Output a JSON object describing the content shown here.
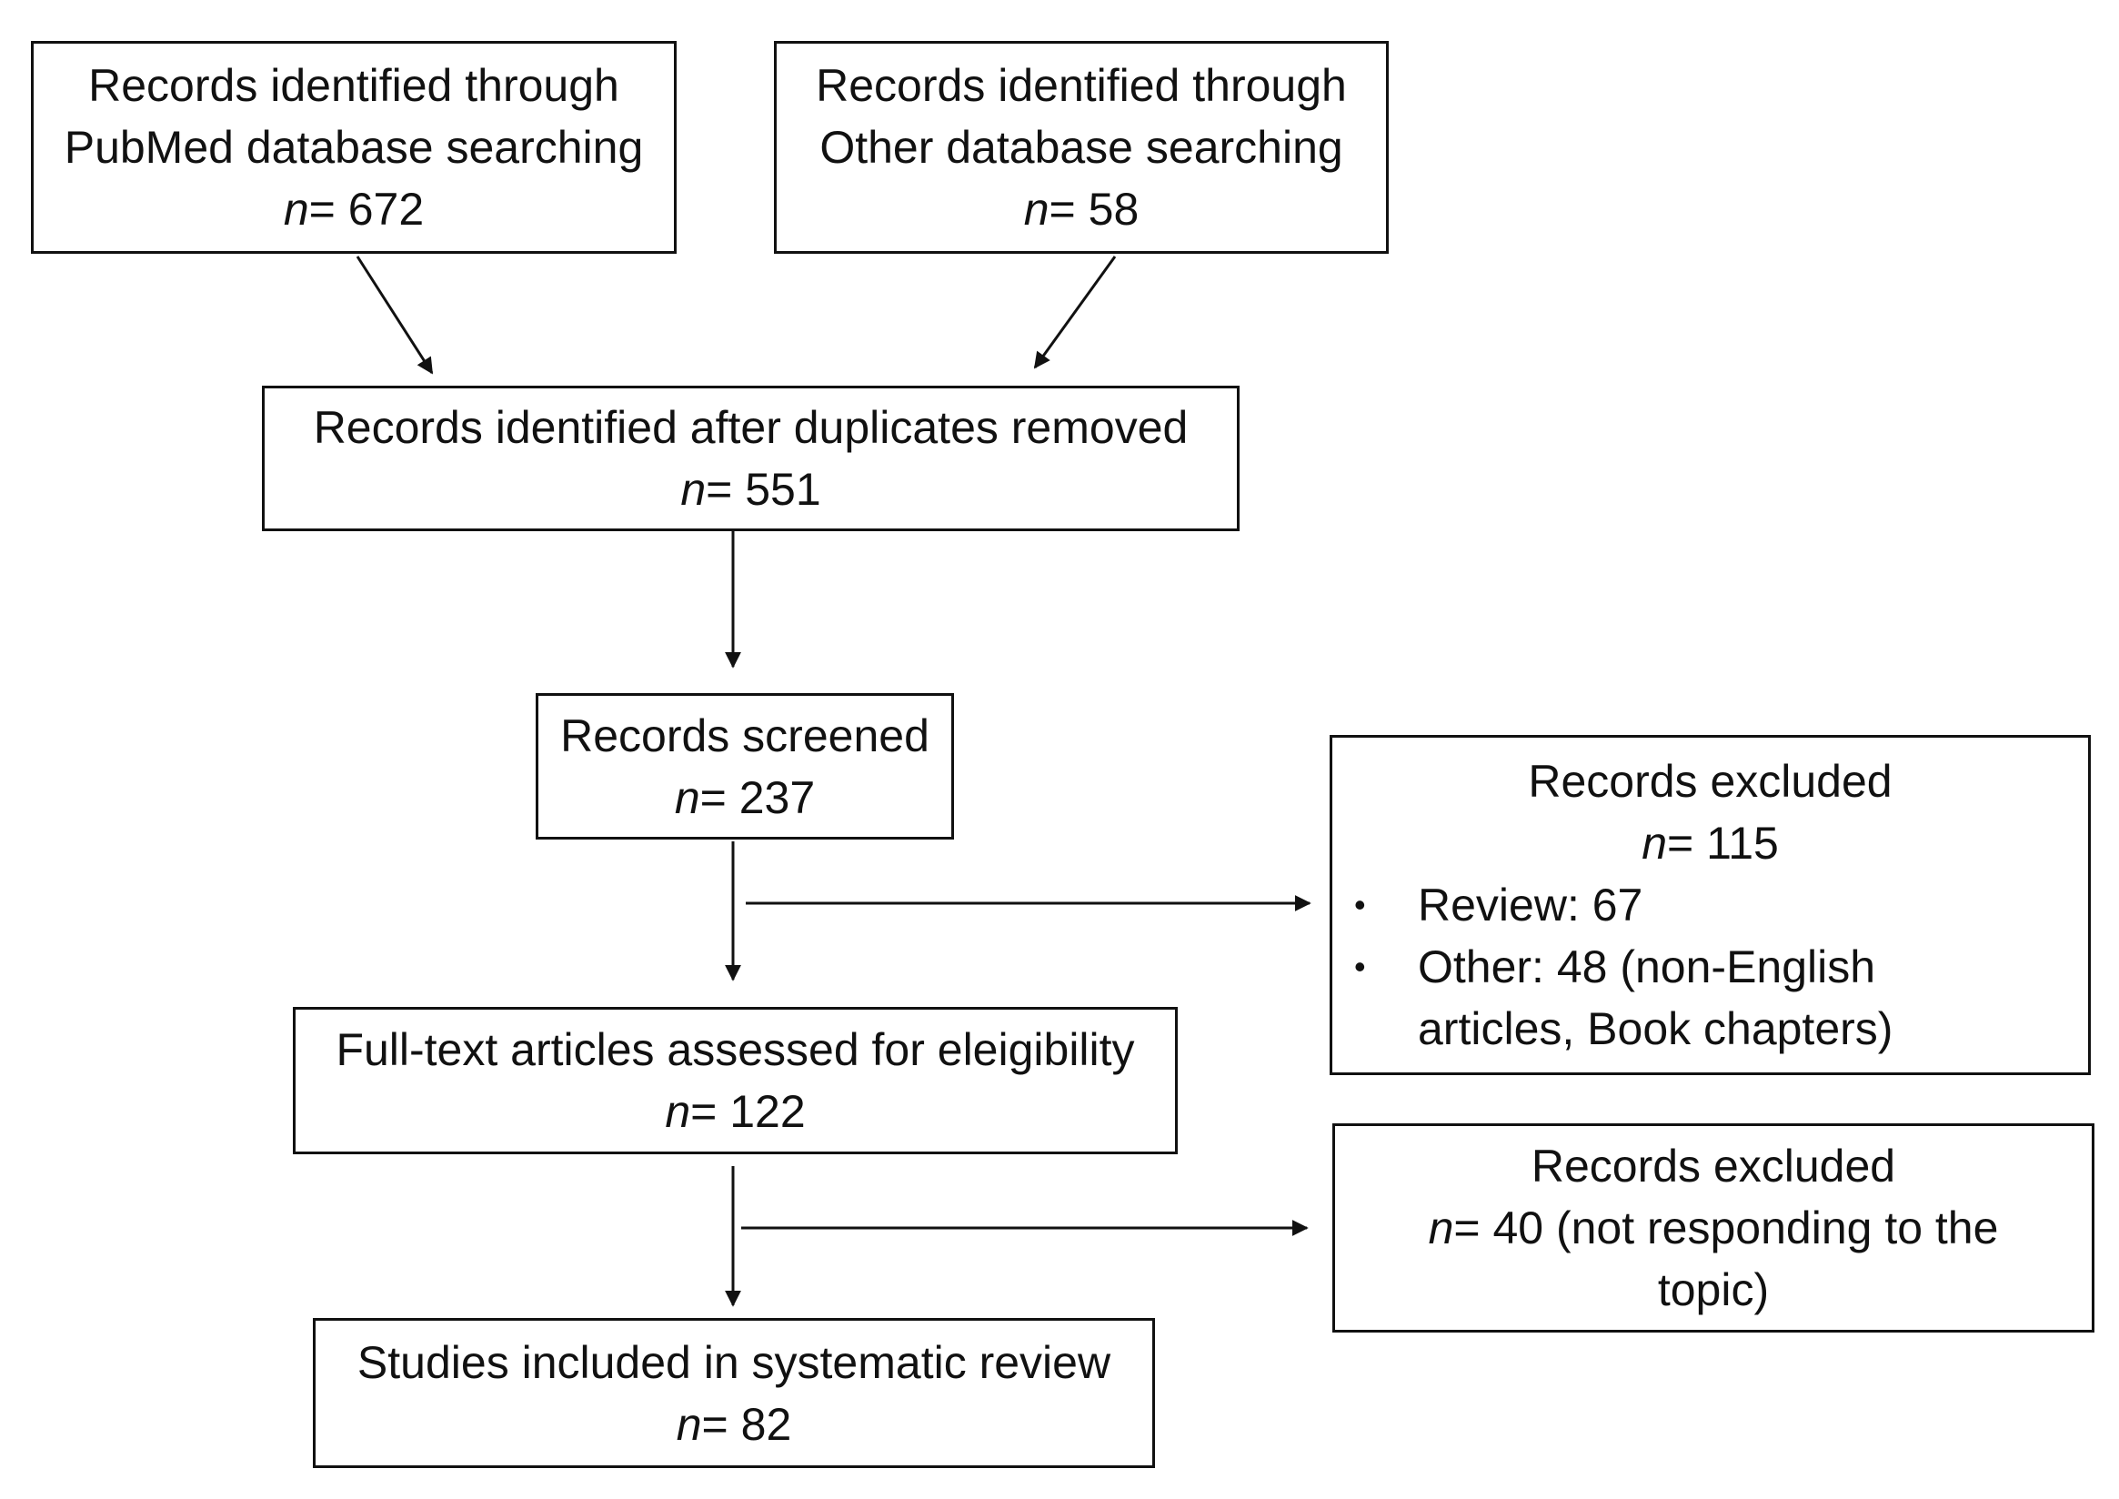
{
  "pubmed": {
    "line1": "Records identified through",
    "line2": "PubMed database searching",
    "n_label": "n",
    "n_value": "= 672"
  },
  "other_db": {
    "line1": "Records identified through",
    "line2": "Other database searching",
    "n_label": "n",
    "n_value": "= 58"
  },
  "after_duplicates": {
    "line1": "Records identified after duplicates removed",
    "n_label": "n",
    "n_value": "= 551"
  },
  "screened": {
    "line1": "Records screened",
    "n_label": "n",
    "n_value": "= 237"
  },
  "excluded_1": {
    "line1": "Records excluded",
    "n_label": "n",
    "n_value": "= 115",
    "bullets": [
      "Review: 67",
      "Other: 48 (non-English",
      "articles, Book chapters)"
    ]
  },
  "full_text": {
    "line1": "Full-text articles assessed for eleigibility",
    "n_label": "n",
    "n_value": "= 122"
  },
  "excluded_2": {
    "line1": "Records excluded",
    "n_label": "n",
    "n_value": "= 40 (not responding to the",
    "line3": "topic)"
  },
  "included": {
    "line1": "Studies included in systematic review",
    "n_label": "n",
    "n_value": "= 82"
  }
}
